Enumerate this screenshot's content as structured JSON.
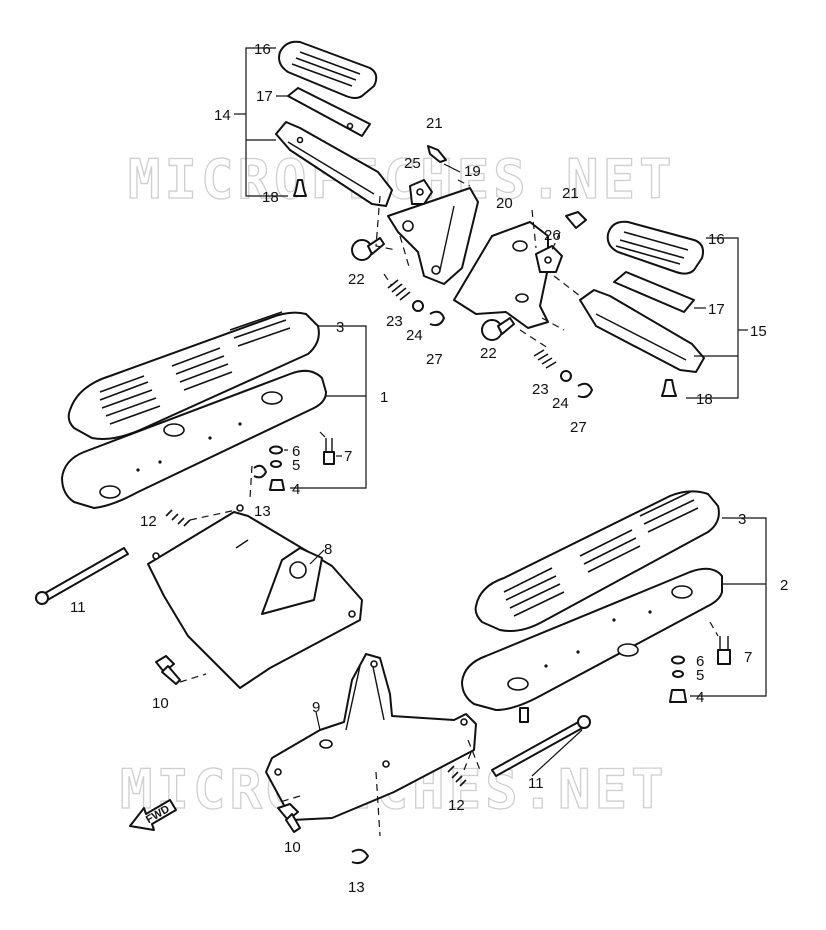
{
  "watermark": "MICROFICHES.NET",
  "fwd_label": "FWD",
  "callouts": {
    "c16a": "16",
    "c17a": "17",
    "c14": "14",
    "c18a": "18",
    "c21a": "21",
    "c25": "25",
    "c19": "19",
    "c21b": "21",
    "c20": "20",
    "c26": "26",
    "c16b": "16",
    "c17b": "17",
    "c15": "15",
    "c18b": "18",
    "c22a": "22",
    "c23a": "23",
    "c24a": "24",
    "c27a": "27",
    "c22b": "22",
    "c23b": "23",
    "c24b": "24",
    "c27b": "27",
    "c3a": "3",
    "c1": "1",
    "c7a": "7",
    "c6a": "6",
    "c5a": "5",
    "c4a": "4",
    "c13a": "13",
    "c12a": "12",
    "c8": "8",
    "c11a": "11",
    "c10a": "10",
    "c3b": "3",
    "c2": "2",
    "c7b": "7",
    "c6b": "6",
    "c5b": "5",
    "c4b": "4",
    "c9": "9",
    "c11b": "11",
    "c12b": "12",
    "c10b": "10",
    "c13b": "13"
  }
}
